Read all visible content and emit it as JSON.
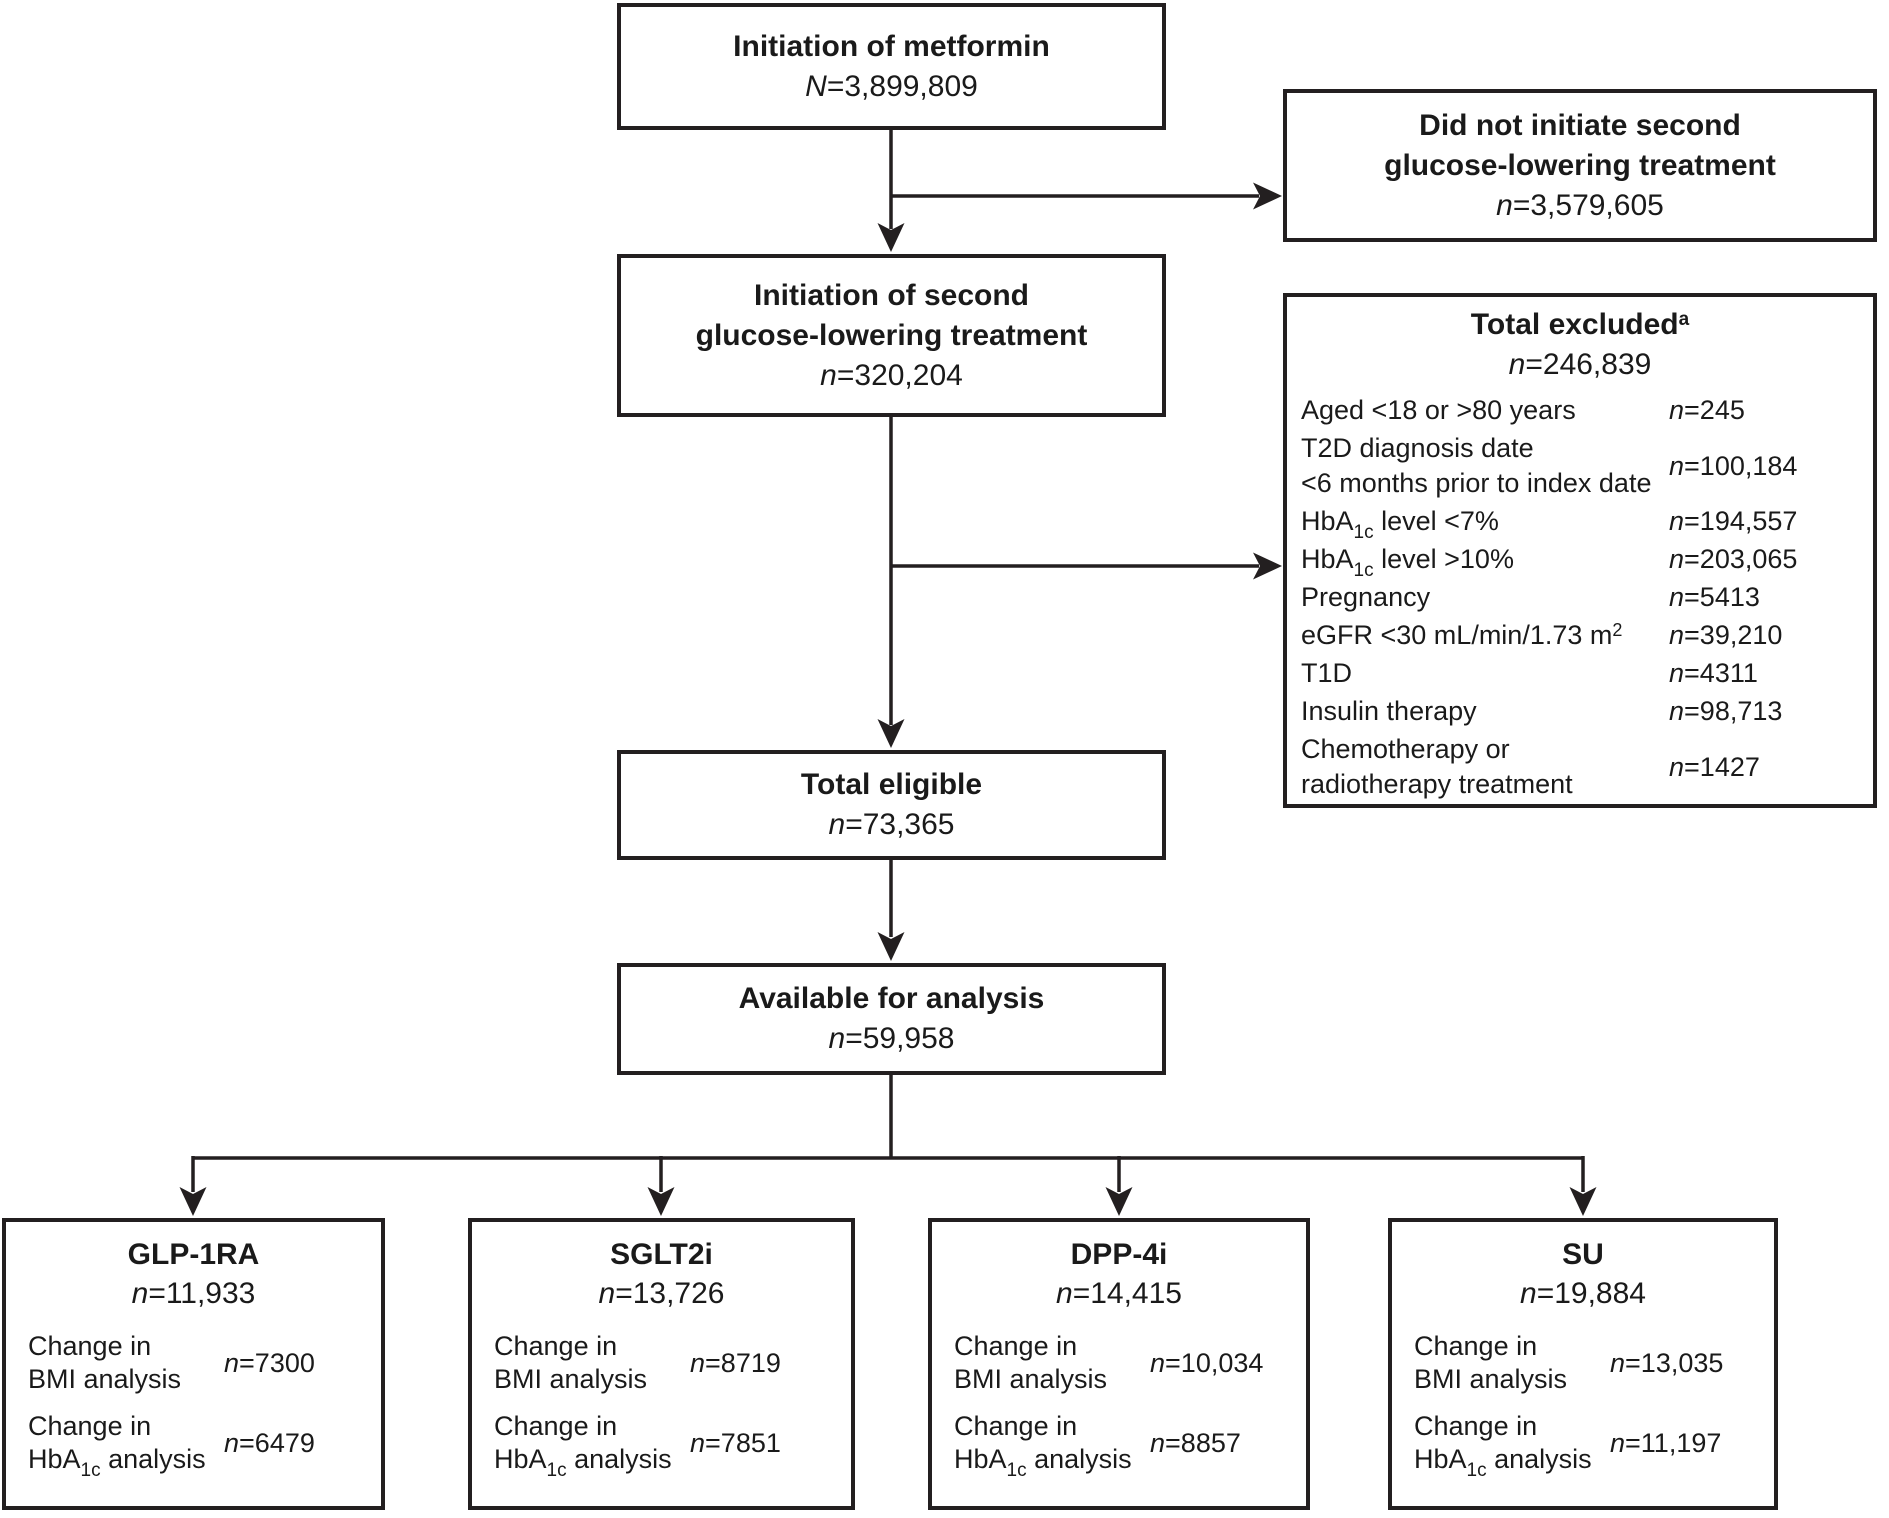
{
  "flow": {
    "metformin": {
      "title": "Initiation of metformin",
      "sym": "N",
      "val": "=3,899,809"
    },
    "no_second": {
      "title_line1": "Did not initiate second",
      "title_line2": "glucose-lowering treatment",
      "sym": "n",
      "val": "=3,579,605"
    },
    "second": {
      "title_line1": "Initiation of second",
      "title_line2": "glucose-lowering treatment",
      "sym": "n",
      "val": "=320,204"
    },
    "excluded": {
      "title": "Total excluded",
      "title_sup": "a",
      "sym": "n",
      "val": "=246,839",
      "items": [
        {
          "label": "Aged <18 or >80 years",
          "sym": "n",
          "val": "=245"
        },
        {
          "label_line1": "T2D diagnosis date",
          "label_line2": "<6 months prior to index date",
          "sym": "n",
          "val": "=100,184"
        },
        {
          "label_pre": "HbA",
          "label_sub": "1c",
          "label_post": " level <7%",
          "sym": "n",
          "val": "=194,557"
        },
        {
          "label_pre": "HbA",
          "label_sub": "1c",
          "label_post": " level >10%",
          "sym": "n",
          "val": "=203,065"
        },
        {
          "label": "Pregnancy",
          "sym": "n",
          "val": "=5413"
        },
        {
          "label": "eGFR <30 mL/min/1.73 m",
          "label_sup": "2",
          "sym": "n",
          "val": "=39,210"
        },
        {
          "label": "T1D",
          "sym": "n",
          "val": "=4311"
        },
        {
          "label": "Insulin therapy",
          "sym": "n",
          "val": "=98,713"
        },
        {
          "label_line1": "Chemotherapy or",
          "label_line2": "radiotherapy treatment",
          "sym": "n",
          "val": "=1427"
        }
      ]
    },
    "eligible": {
      "title": "Total eligible",
      "sym": "n",
      "val": "=73,365"
    },
    "available": {
      "title": "Available for analysis",
      "sym": "n",
      "val": "=59,958"
    },
    "arms": [
      {
        "title": "GLP-1RA",
        "sym": "n",
        "val": "=11,933",
        "bmi": {
          "line1": "Change in",
          "line2": "BMI analysis",
          "sym": "n",
          "val": "=7300"
        },
        "hba": {
          "line1": "Change in",
          "pre": "HbA",
          "sub": "1c",
          "post": " analysis",
          "sym": "n",
          "val": "=6479"
        }
      },
      {
        "title": "SGLT2i",
        "sym": "n",
        "val": "=13,726",
        "bmi": {
          "line1": "Change in",
          "line2": "BMI analysis",
          "sym": "n",
          "val": "=8719"
        },
        "hba": {
          "line1": "Change in",
          "pre": "HbA",
          "sub": "1c",
          "post": " analysis",
          "sym": "n",
          "val": "=7851"
        }
      },
      {
        "title": "DPP-4i",
        "sym": "n",
        "val": "=14,415",
        "bmi": {
          "line1": "Change in",
          "line2": "BMI analysis",
          "sym": "n",
          "val": "=10,034"
        },
        "hba": {
          "line1": "Change in",
          "pre": "HbA",
          "sub": "1c",
          "post": " analysis",
          "sym": "n",
          "val": "=8857"
        }
      },
      {
        "title": "SU",
        "sym": "n",
        "val": "=19,884",
        "bmi": {
          "line1": "Change in",
          "line2": "BMI analysis",
          "sym": "n",
          "val": "=13,035"
        },
        "hba": {
          "line1": "Change in",
          "pre": "HbA",
          "sub": "1c",
          "post": " analysis",
          "sym": "n",
          "val": "=11,197"
        }
      }
    ],
    "line_color": "#231f20"
  }
}
